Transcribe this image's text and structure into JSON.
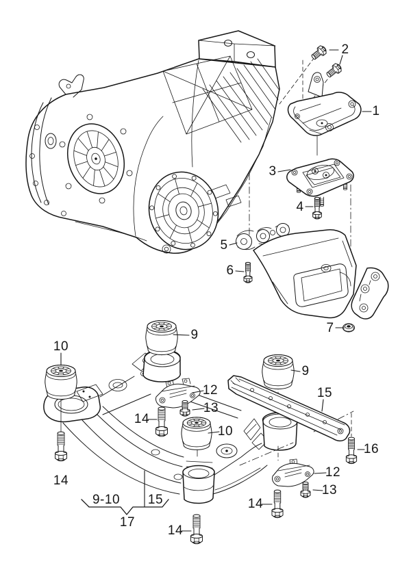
{
  "page": {
    "background": "#ffffff",
    "ink": "#161616"
  },
  "callouts": [
    {
      "text": "2"
    },
    {
      "text": "1"
    },
    {
      "text": "3"
    },
    {
      "text": "4"
    },
    {
      "text": "5"
    },
    {
      "text": "6"
    },
    {
      "text": "7"
    },
    {
      "text": "9"
    },
    {
      "text": "10"
    },
    {
      "text": "12"
    },
    {
      "text": "13"
    },
    {
      "text": "14"
    },
    {
      "text": "9"
    },
    {
      "text": "15"
    },
    {
      "text": "10"
    },
    {
      "text": "16"
    },
    {
      "text": "14"
    },
    {
      "text": "12"
    },
    {
      "text": "13"
    },
    {
      "text": "14"
    },
    {
      "text": "14"
    },
    {
      "text": "9-10"
    },
    {
      "text": "15"
    },
    {
      "text": "17"
    }
  ]
}
